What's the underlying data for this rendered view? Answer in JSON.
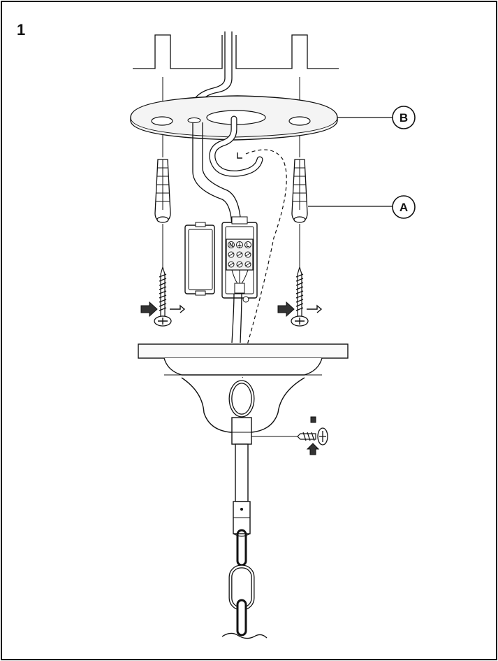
{
  "step_number": "1",
  "callouts": {
    "b": "B",
    "a": "A"
  },
  "terminal_labels": {
    "n": "N",
    "earth": "⏚",
    "l": "L"
  },
  "colors": {
    "stroke": "#111111",
    "fill_gray": "#e6e6e6",
    "fill_dark": "#9a9a9a"
  }
}
